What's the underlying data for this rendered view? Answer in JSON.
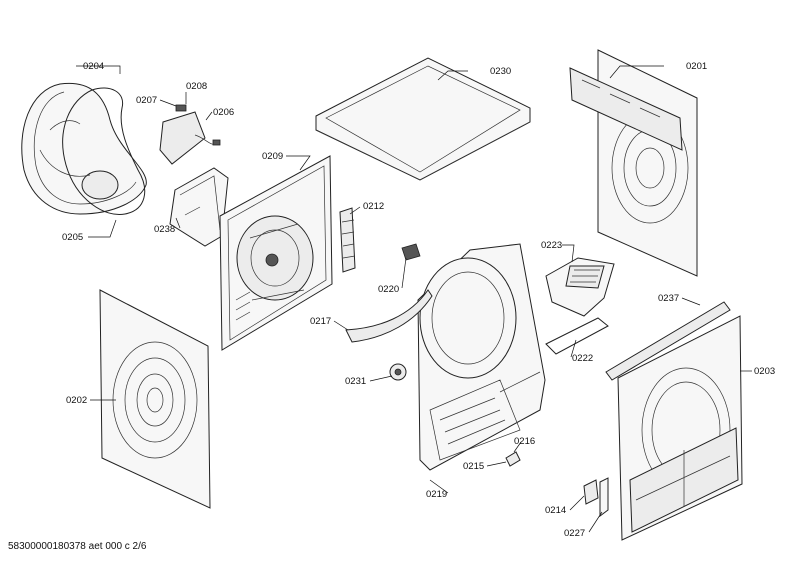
{
  "footer_code": "58300000180378 aet 000 c 2/6",
  "parts": [
    {
      "id": "p0204",
      "label": "0204"
    },
    {
      "id": "p0207",
      "label": "0207"
    },
    {
      "id": "p0208",
      "label": "0208"
    },
    {
      "id": "p0206",
      "label": "0206"
    },
    {
      "id": "p0209",
      "label": "0209"
    },
    {
      "id": "p0230",
      "label": "0230"
    },
    {
      "id": "p0201",
      "label": "0201"
    },
    {
      "id": "p0205",
      "label": "0205"
    },
    {
      "id": "p0238",
      "label": "0238"
    },
    {
      "id": "p0212",
      "label": "0212"
    },
    {
      "id": "p0223",
      "label": "0223"
    },
    {
      "id": "p0220",
      "label": "0220"
    },
    {
      "id": "p0237",
      "label": "0237"
    },
    {
      "id": "p0217",
      "label": "0217"
    },
    {
      "id": "p0222",
      "label": "0222"
    },
    {
      "id": "p0202",
      "label": "0202"
    },
    {
      "id": "p0231",
      "label": "0231"
    },
    {
      "id": "p0203",
      "label": "0203"
    },
    {
      "id": "p0216",
      "label": "0216"
    },
    {
      "id": "p0215",
      "label": "0215"
    },
    {
      "id": "p0219",
      "label": "0219"
    },
    {
      "id": "p0214",
      "label": "0214"
    },
    {
      "id": "p0227",
      "label": "0227"
    }
  ]
}
